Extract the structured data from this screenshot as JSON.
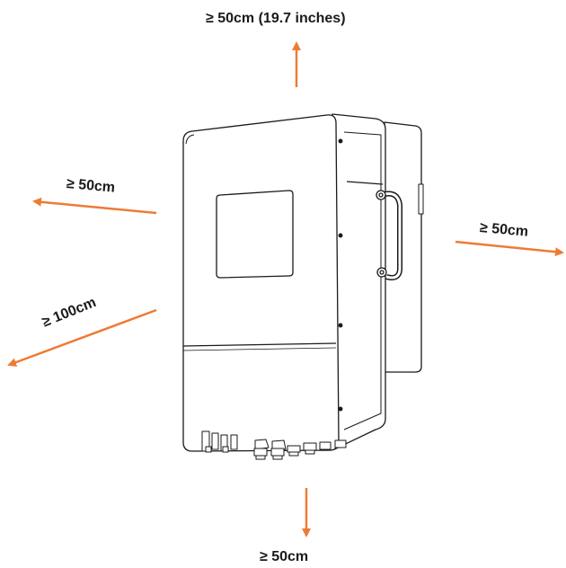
{
  "clearances": {
    "top": "≥ 50cm (19.7 inches)",
    "left": "≥ 50cm",
    "left_lower": "≥ 100cm",
    "right": "≥ 50cm",
    "bottom": "≥ 50cm"
  },
  "colors": {
    "arrow": "#ee7b34",
    "outline": "#1a1a1a"
  }
}
